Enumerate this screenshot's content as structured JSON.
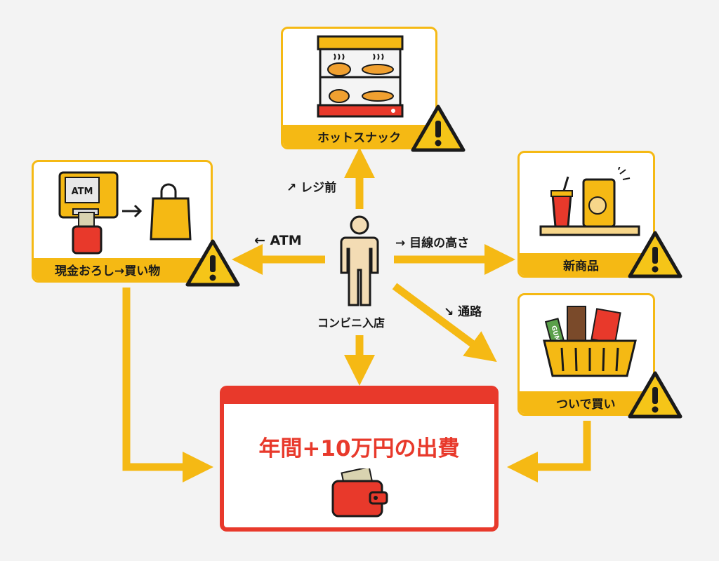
{
  "center": {
    "label": "コンビニ入店"
  },
  "paths": {
    "up": "↗ レジ前",
    "left": "← ATM",
    "right": "→ 目線の高さ",
    "diag": "↘ 通路"
  },
  "cards": {
    "hot_snack": {
      "label": "ホットスナック"
    },
    "atm": {
      "label": "現金おろし→買い物",
      "screen_text": "ATM"
    },
    "new_product": {
      "label": "新商品"
    },
    "impulse": {
      "label": "ついで買い",
      "gum_text": "GUM"
    }
  },
  "result": {
    "title": "年間+10万円の出費"
  },
  "colors": {
    "accent": "#f5b914",
    "alert": "#e8392b",
    "background": "#f3f3f3"
  }
}
